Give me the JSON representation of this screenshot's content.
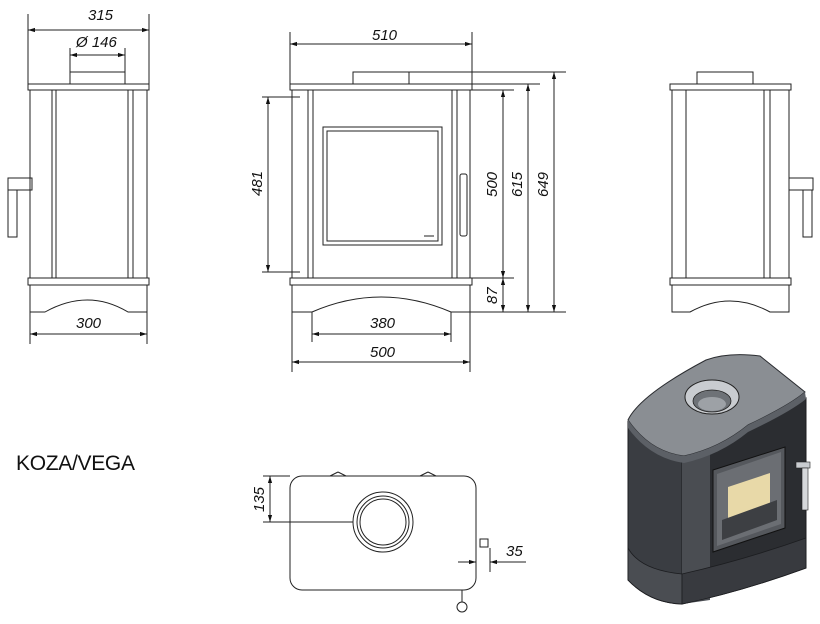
{
  "title": "KOZA/VEGA",
  "dimensions": {
    "side_top_width": "315",
    "flue_diameter": "Ø 146",
    "side_bottom_width": "300",
    "front_top_width": "510",
    "front_base_inner": "380",
    "front_bottom_width": "500",
    "door_height": "481",
    "body_height": "500",
    "flue_center_height": "615",
    "total_height": "649",
    "base_height": "87",
    "top_offset": "135",
    "rear_offset": "35"
  },
  "colors": {
    "line": "#222222",
    "stove_body": "#3a3d42",
    "stove_top": "#8a8e93",
    "fire_glow": "#e8d9a8"
  }
}
